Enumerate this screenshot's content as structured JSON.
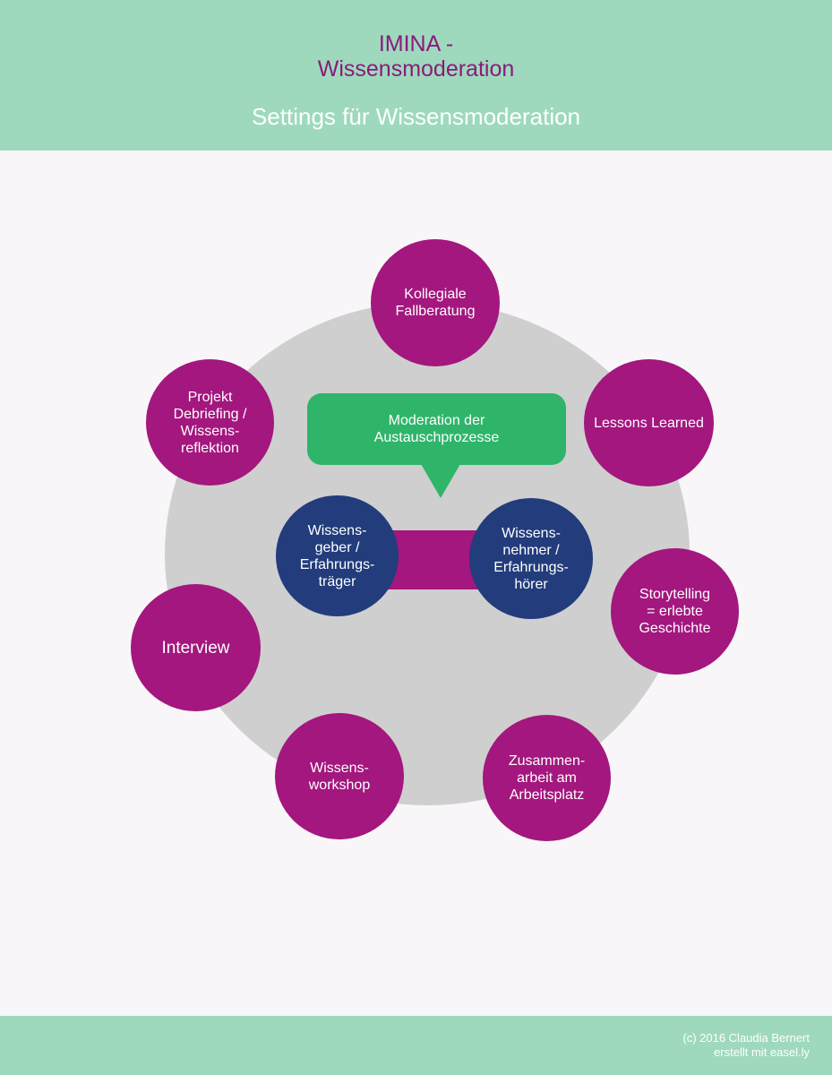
{
  "header": {
    "title_line1": "IMINA -",
    "title_line2": "Wissensmoderation",
    "subtitle": "Settings für Wissensmoderation"
  },
  "center": {
    "bubble": "Moderation der\nAustauschprozesse",
    "giver": "Wissens-\ngeber /\nErfahrungs-\nträger",
    "receiver": "Wissens-\nnehmer /\nErfahrungs-\nhörer"
  },
  "settings": [
    "Kollegiale\nFallberatung",
    "Lessons Learned",
    "Storytelling\n= erlebte\nGeschichte",
    "Zusammen-\narbeit am\nArbeitsplatz",
    "Wissens-\nworkshop",
    "Interview",
    "Projekt\nDebriefing /\nWissens-\nreflektion"
  ],
  "footer": {
    "copyright": "(c) 2016 Claudia Bernert",
    "made_with": "erstellt mit easel.ly"
  },
  "colors": {
    "band": "#9ed9bd",
    "setting_circle": "#a3177e",
    "person_circle": "#223c7c",
    "bubble": "#2fb56a",
    "background_circle": "#cfcfcf"
  }
}
